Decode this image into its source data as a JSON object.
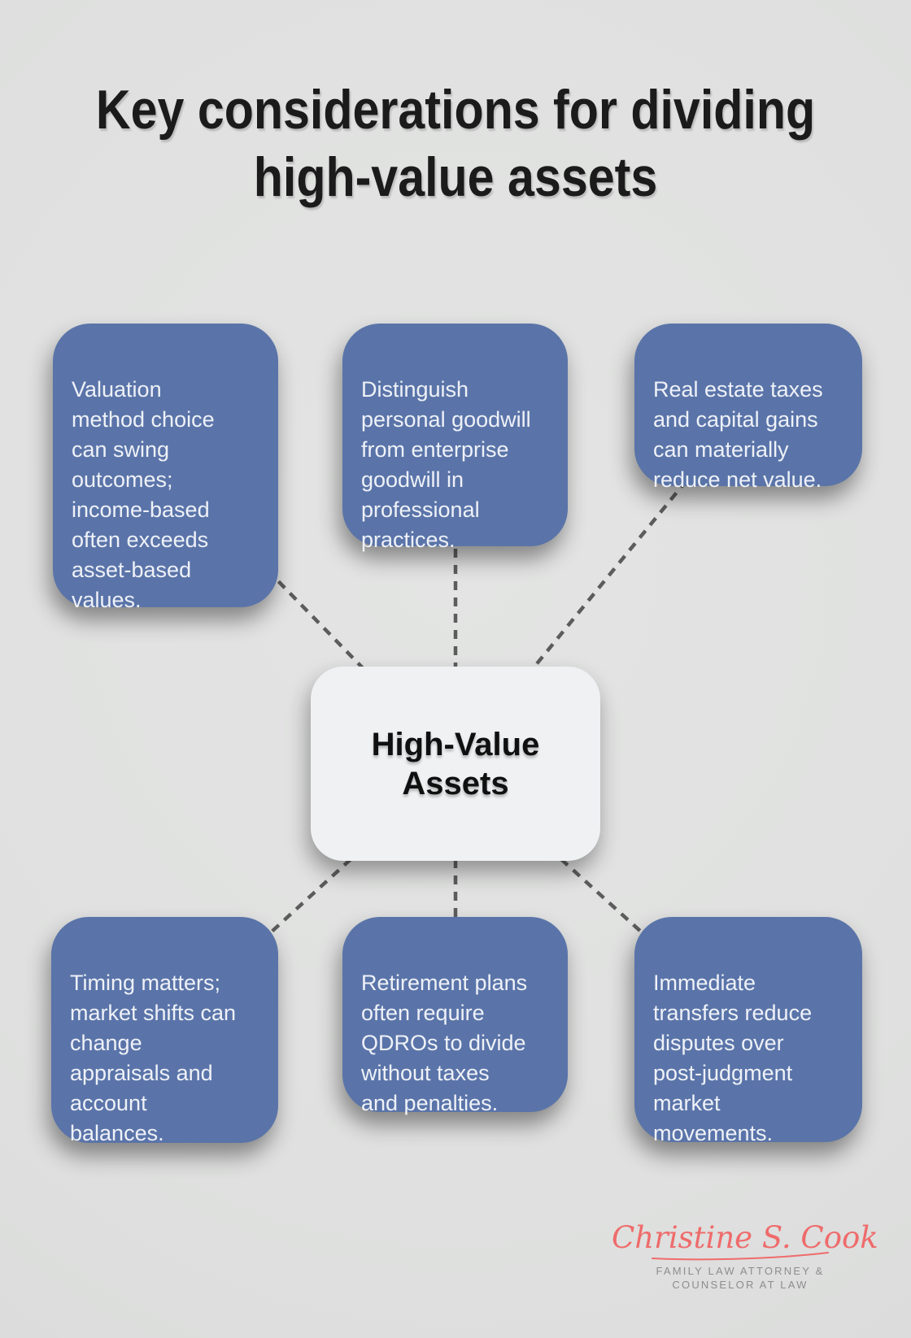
{
  "title": {
    "lines": [
      "Key considerations for dividing",
      "high-value assets"
    ]
  },
  "center": {
    "id": "high-value-assets",
    "lines": [
      "High-Value",
      "Assets"
    ]
  },
  "nodes": [
    {
      "id": "valuation-method",
      "lines": [
        "Valuation",
        "method choice",
        "can swing",
        "outcomes;",
        "income-based",
        "often exceeds",
        "asset-based",
        "values."
      ]
    },
    {
      "id": "goodwill",
      "lines": [
        "Distinguish",
        "personal goodwill",
        "from enterprise",
        "goodwill in",
        "professional",
        "practices."
      ]
    },
    {
      "id": "real-estate-taxes",
      "lines": [
        "Real estate taxes",
        "and capital gains",
        "can materially",
        "reduce net value."
      ]
    },
    {
      "id": "timing",
      "lines": [
        "Timing matters;",
        "market shifts can",
        "change",
        "appraisals and",
        "account",
        "balances."
      ]
    },
    {
      "id": "retirement-qdro",
      "lines": [
        "Retirement plans",
        "often require",
        "QDROs to divide",
        "without taxes",
        "and penalties."
      ]
    },
    {
      "id": "immediate-transfers",
      "lines": [
        "Immediate",
        "transfers reduce",
        "disputes over",
        "post-judgment",
        "market",
        "movements."
      ]
    }
  ],
  "branding": {
    "signature": "Christine S. Cook",
    "tagline_lines": [
      "FAMILY LAW ATTORNEY &",
      "COUNSELOR AT LAW"
    ]
  },
  "colors": {
    "background": "#dfe0df",
    "node_fill": "#5a74a9",
    "node_text": "#eef1f7",
    "center_fill": "#eff1f3",
    "center_text": "#101010",
    "title_text": "#1b1b1b",
    "connector": "#5c5c5c",
    "signature": "#ef6b6b",
    "tagline": "#8d8d8d"
  }
}
